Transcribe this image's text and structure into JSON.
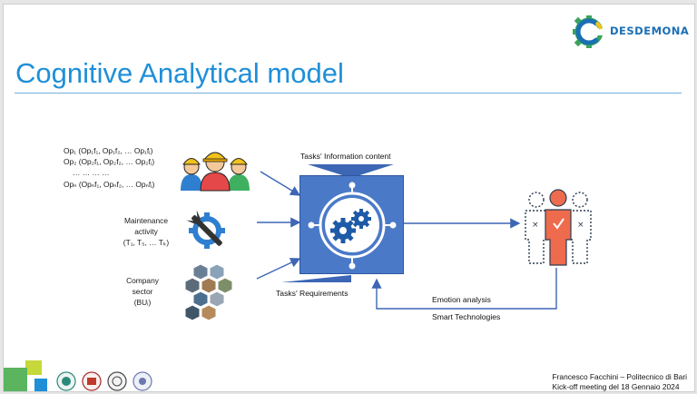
{
  "brand": {
    "name": "DESDEMONA",
    "accent": "#1f8fd8",
    "logo_icon": "gear-c-logo"
  },
  "slide": {
    "title": "Cognitive Analytical model",
    "operators": {
      "lines": [
        "Op₁ (Op₁f₁, Op₁f₂, … Op₁fⱼ)",
        "Op₂ (Op₂f₁, Op₂f₂, … Op₂fⱼ)",
        "…     …   …   …",
        "Opₙ (Opₙf₁, Opₙf₂, … Opₙfⱼ)"
      ],
      "icon": "workers-icon"
    },
    "maintenance": {
      "lines": [
        "Maintenance",
        "activity",
        "(T₁, T₅, … Tₖ)"
      ],
      "icon": "wrench-gear-icon"
    },
    "company": {
      "lines": [
        "Company",
        "sector",
        "(BUᵢ)"
      ],
      "icon": "hexagon-photos-icon"
    },
    "center": {
      "top_label": "Tasks' Information content",
      "bottom_label": "Tasks' Requirements",
      "icon": "gears-brain-icon",
      "color": "#4a79c8"
    },
    "right": {
      "icon": "people-emotion-icon",
      "feedback_1": "Emotion analysis",
      "feedback_2": "Smart Technologies"
    },
    "footer": {
      "line1": "Francesco Facchini – Politecnico di Bari",
      "line2": "Kick-off meeting del 18 Gennaio 2024"
    }
  }
}
